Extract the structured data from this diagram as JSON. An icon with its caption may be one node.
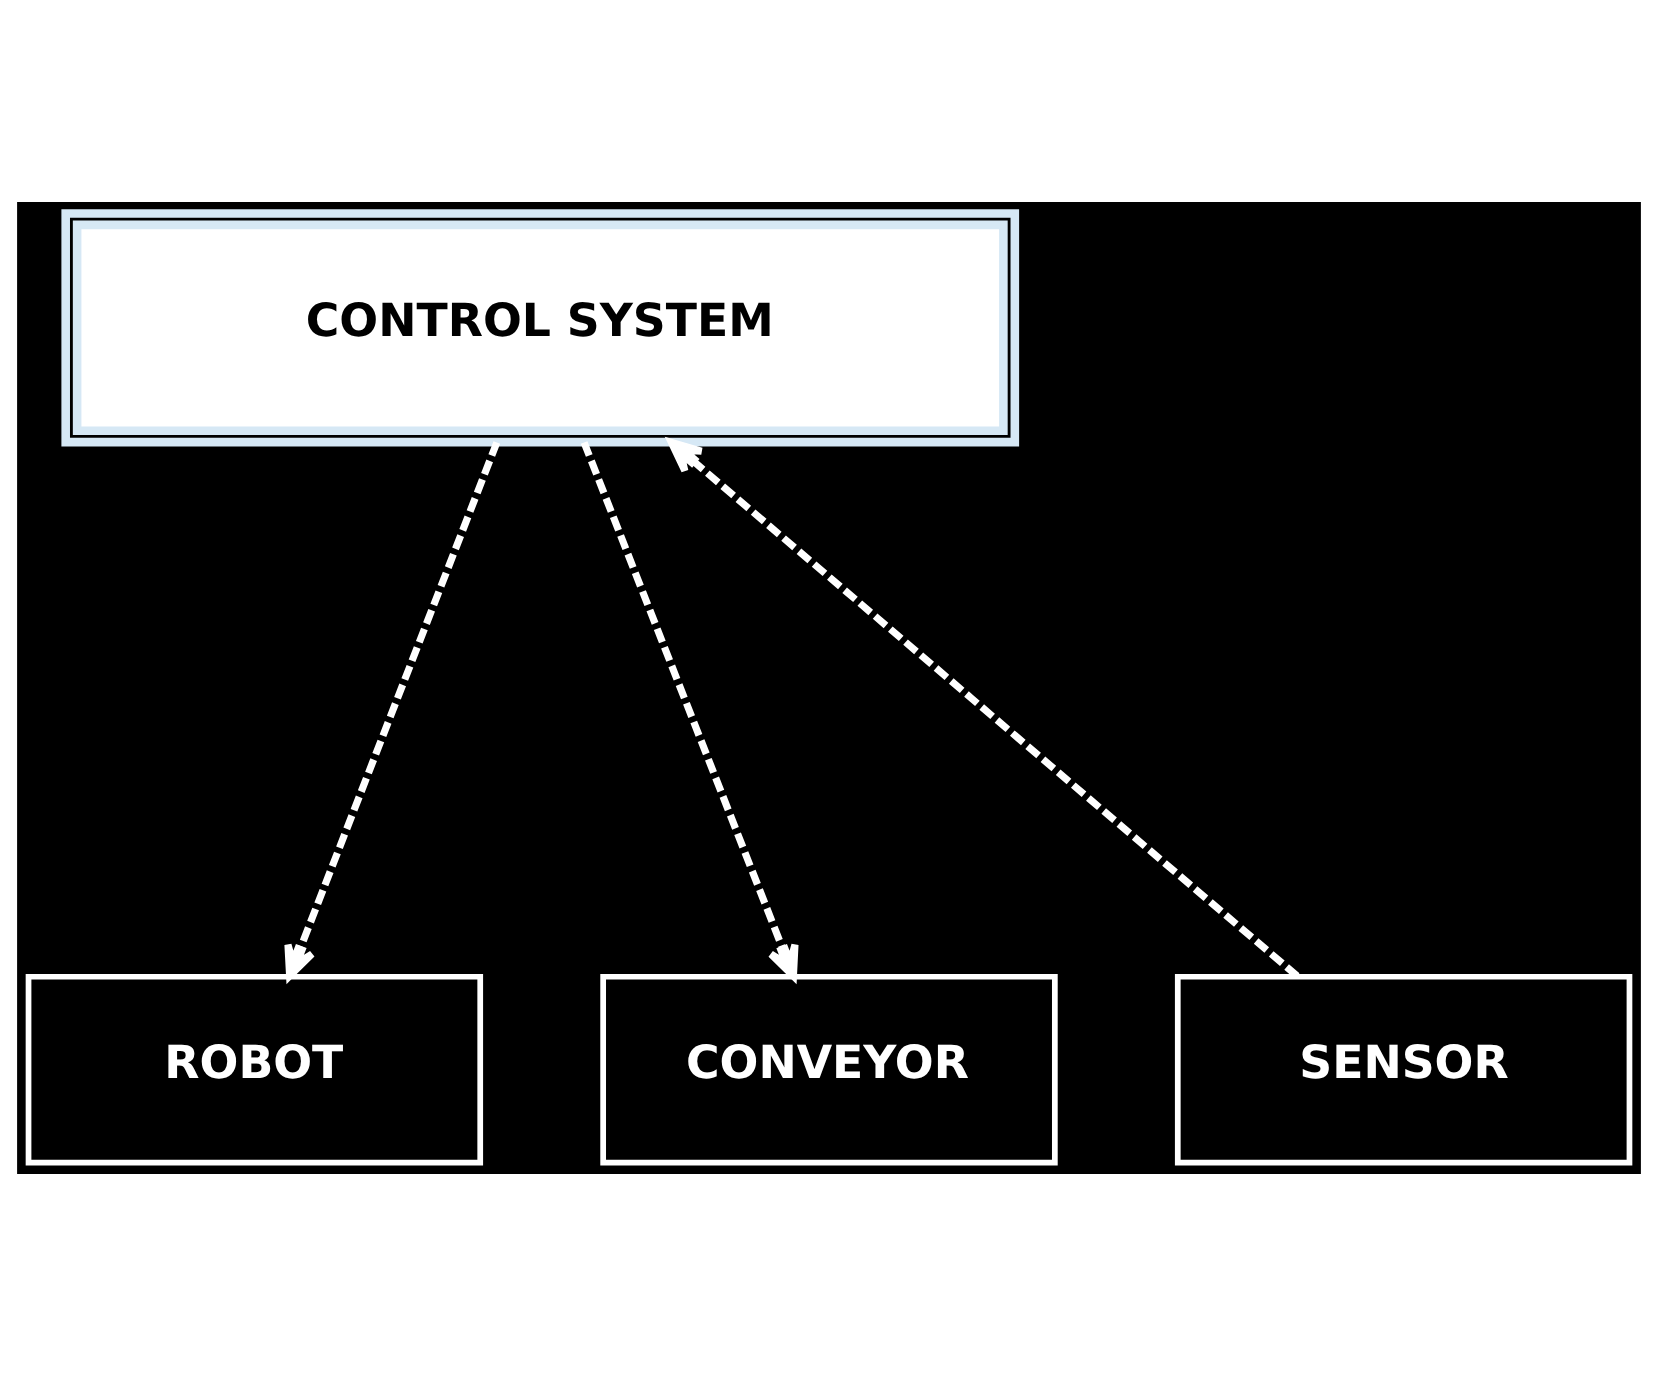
{
  "diagram": {
    "nodes": [
      {
        "text": [
          "CONTROL SYSTEM"
        ]
      },
      {
        "text": [
          "ROBOT"
        ]
      },
      {
        "text": [
          "SENSOR"
        ]
      },
      {
        "text": [
          "CONVEYOR"
        ]
      }
    ],
    "edges": [
      {
        "from": 0,
        "to": 1,
        "arrow": "to",
        "style": "dashed"
      },
      {
        "from": 2,
        "to": 0,
        "arrow": "to",
        "style": "dashed"
      },
      {
        "from": 0,
        "to": 3,
        "arrow": "to",
        "style": "dashed"
      }
    ]
  }
}
